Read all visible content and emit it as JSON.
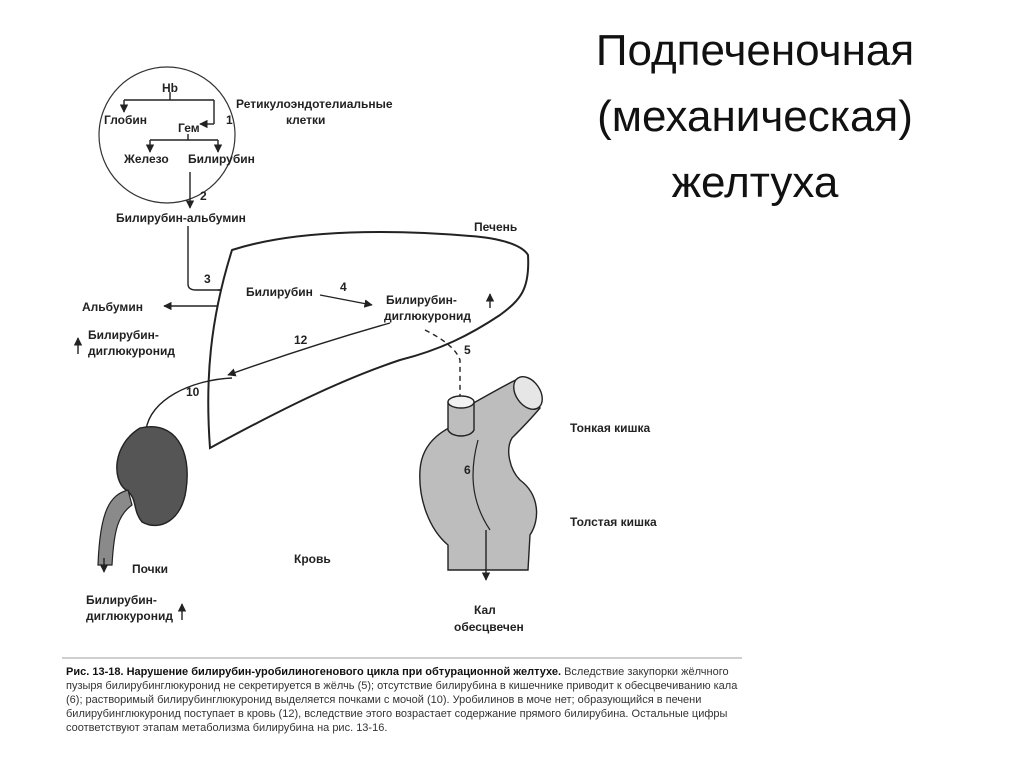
{
  "title": {
    "line1": "Подпеченочная",
    "line2": "(механическая)",
    "line3": "желтуха"
  },
  "diagram": {
    "hb": "Hb",
    "globin": "Глобин",
    "gem": "Гем",
    "iron": "Железо",
    "bilirubin_top": "Билирубин",
    "reticulo_line1": "Ретикулоэндотелиальные",
    "reticulo_line2": "клетки",
    "bilirubin_albumin": "Билирубин-альбумин",
    "liver": "Печень",
    "bilirubin_liver": "Билирубин",
    "diglucuronide_liver_line1": "Билирубин-",
    "diglucuronide_liver_line2": "диглюкуронид",
    "albumin": "Альбумин",
    "diglucuronide_blood_line1": "Билирубин-",
    "diglucuronide_blood_line2": "диглюкуронид",
    "small_intestine": "Тонкая кишка",
    "large_intestine": "Толстая кишка",
    "blood": "Кровь",
    "kidneys": "Почки",
    "diglucuronide_urine_line1": "Билирубин-",
    "diglucuronide_urine_line2": "диглюкуронид",
    "stool_line1": "Кал",
    "stool_line2": "обесцвечен",
    "step_1": "1",
    "step_2": "2",
    "step_3": "3",
    "step_4": "4",
    "step_5": "5",
    "step_6": "6",
    "step_10": "10",
    "step_12": "12"
  },
  "caption": {
    "heading": "Рис. 13-18. Нарушение билирубин-уробилиногенового цикла при обтурационной желтухе.",
    "text": "Вследствие закупорки жёлчного пузыря билирубинглюкуронид не секретируется в жёлчь (5); отсутствие билирубина в кишечнике приводит к обесцвечиванию кала (6); растворимый билирубинглюкуронид выделяется почками с мочой (10). Уробилинов в моче нет; образующийся в печени билирубинглюкуронид поступает в кровь (12), вследствие этого возрастает содержание прямого билирубина. Остальные цифры соответствуют этапам метаболизма билирубина на рис. 13-16."
  },
  "colors": {
    "organ_fill": "#bdbdbd",
    "kidney_fill": "#555555",
    "line": "#222222"
  }
}
